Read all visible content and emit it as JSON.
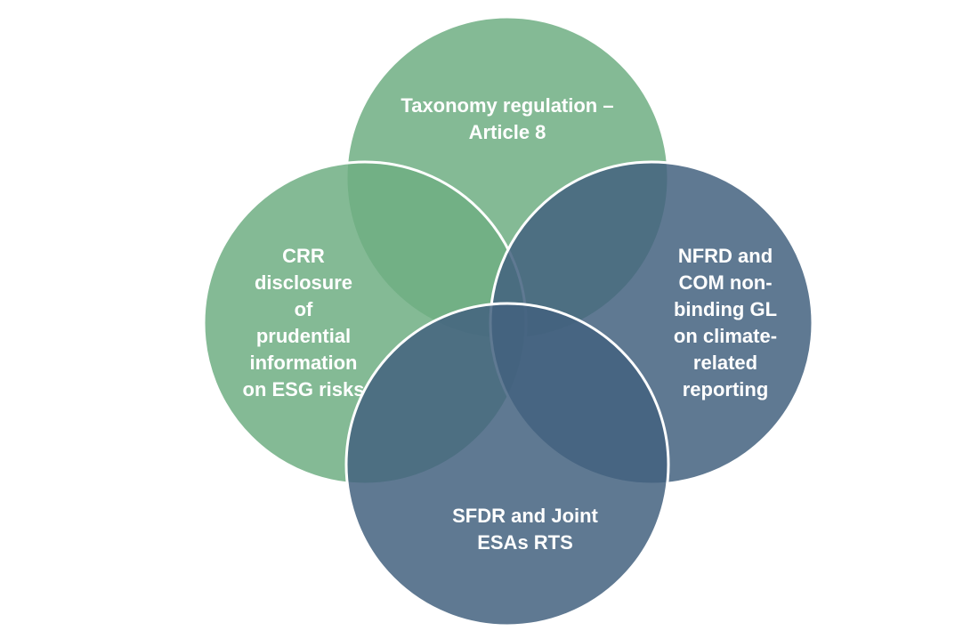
{
  "circles": [
    {
      "id": "top",
      "label": "Taxonomy regulation –\nArticle 8",
      "color": "#6fae82"
    },
    {
      "id": "left",
      "label": "CRR\ndisclosure\nof\nprudential\ninformation\non ESG risks",
      "color": "#6fae82"
    },
    {
      "id": "right",
      "label": "NFRD and\nCOM non-\nbinding GL\non climate-\nrelated\nreporting",
      "color": "#43617f"
    },
    {
      "id": "bottom",
      "label": "SFDR and Joint\nESAs RTS",
      "color": "#43617f"
    }
  ]
}
